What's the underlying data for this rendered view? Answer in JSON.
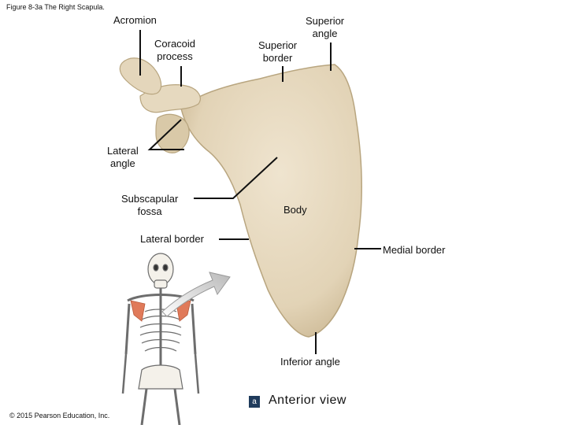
{
  "figure_caption": "Figure 8-3a The Right Scapula.",
  "labels": {
    "acromion": "Acromion",
    "coracoid_process": "Coracoid\nprocess",
    "superior_border": "Superior\nborder",
    "superior_angle": "Superior\nangle",
    "lateral_angle": "Lateral\nangle",
    "subscapular_fossa": "Subscapular\nfossa",
    "body": "Body",
    "lateral_border": "Lateral border",
    "medial_border": "Medial border",
    "inferior_angle": "Inferior angle"
  },
  "view": {
    "badge": "a",
    "title": "Anterior view"
  },
  "copyright": "© 2015 Pearson Education, Inc.",
  "colors": {
    "bone": "#e8dcc4",
    "bone_shadow": "#c9b89a",
    "scapula_highlight": "#e07a5a",
    "badge": "#1f3b5c"
  }
}
